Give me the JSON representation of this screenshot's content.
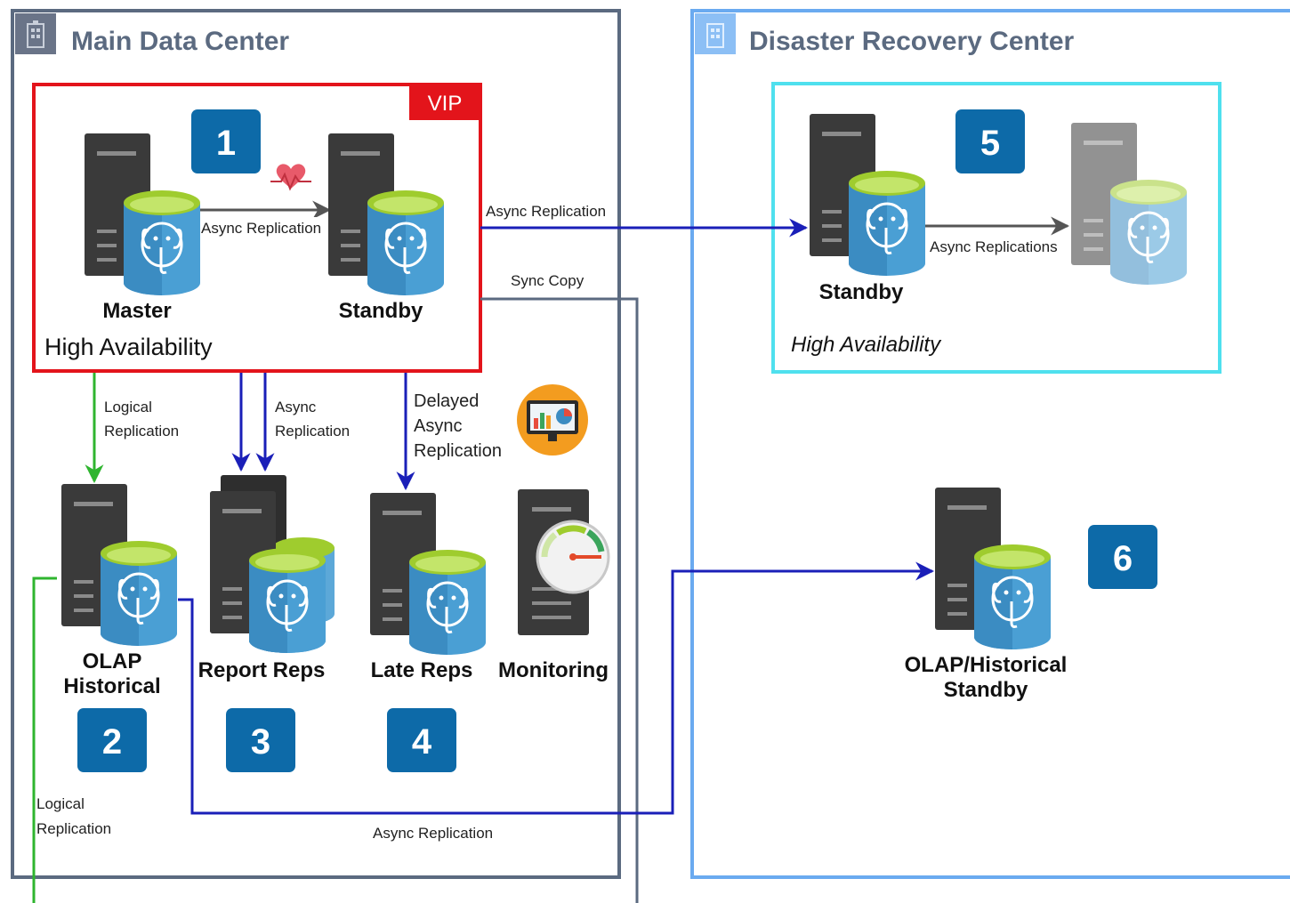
{
  "zones": {
    "main": {
      "title": "Main Data Center"
    },
    "dr": {
      "title": "Disaster Recovery Center"
    }
  },
  "ha_group": {
    "vip_label": "VIP",
    "title": "High Availability"
  },
  "dr_ha_group": {
    "title": "High Availability"
  },
  "nodes": {
    "master": {
      "label": "Master"
    },
    "standby": {
      "label": "Standby"
    },
    "olap": {
      "label_line1": "OLAP",
      "label_line2": "Historical"
    },
    "report": {
      "label": "Report Reps"
    },
    "late": {
      "label": "Late Reps"
    },
    "monitoring": {
      "label": "Monitoring"
    },
    "dr_standby": {
      "label": "Standby"
    },
    "dr_olap": {
      "label_line1": "OLAP/Historical",
      "label_line2": "Standby"
    }
  },
  "badges": [
    "1",
    "2",
    "3",
    "4",
    "5",
    "6"
  ],
  "connectors": {
    "master_standby": "Async Replication",
    "standby_dr": "Async Replication",
    "sync_copy": "Sync Copy",
    "dr_async": "Async Replications",
    "logical1_line1": "Logical",
    "logical1_line2": "Replication",
    "async_line1": "Async",
    "async_line2": "Replication",
    "delayed_line1": "Delayed",
    "delayed_line2": "Async",
    "delayed_line3": "Replication",
    "logical2_line1": "Logical",
    "logical2_line2": "Replication",
    "olap_dr": "Async Replication"
  },
  "colors": {
    "main_border": "#5b6a80",
    "dr_border": "#6aaaf0",
    "ha_border": "#e3141b",
    "dr_ha_border": "#4fe0ee",
    "badge": "#0d6aa8",
    "blue_line": "#1a1fb8",
    "green_line": "#2fb52f",
    "server": "#3a3a3a",
    "db": "#4a9fd4",
    "db_top": "#9fcc2e"
  },
  "icons": [
    "building-icon",
    "server-icon",
    "postgres-database-icon",
    "heartbeat-icon",
    "analytics-monitor-icon",
    "gauge-icon"
  ]
}
